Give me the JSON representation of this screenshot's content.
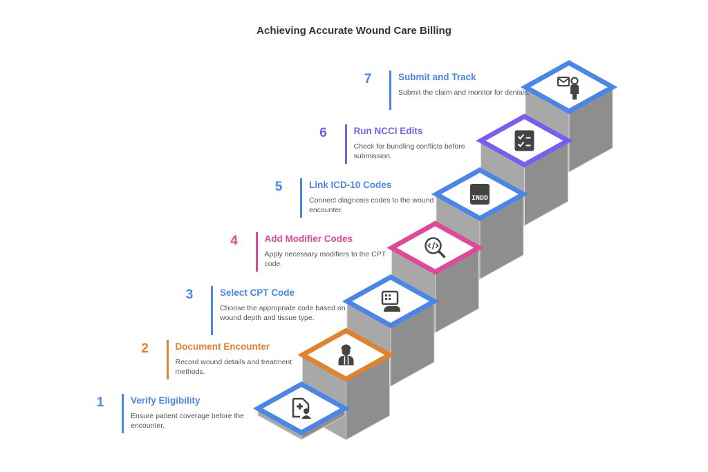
{
  "title": "Achieving Accurate Wound Care Billing",
  "steps": [
    {
      "number": "1",
      "title": "Verify Eligibility",
      "description": "Ensure patient coverage before the encounter.",
      "color": "#4a86e8",
      "icon": "patient-file-icon"
    },
    {
      "number": "2",
      "title": "Document Encounter",
      "description": "Record wound details and treatment methods.",
      "color": "#e0822e",
      "icon": "injured-person-icon"
    },
    {
      "number": "3",
      "title": "Select CPT Code",
      "description": "Choose the appropriate code based on wound depth and tissue type.",
      "color": "#4a86e8",
      "icon": "code-terminal-icon"
    },
    {
      "number": "4",
      "title": "Add Modifier Codes",
      "description": "Apply necessary modifiers to the CPT code.",
      "color": "#e0489a",
      "icon": "code-search-icon"
    },
    {
      "number": "5",
      "title": "Link ICD-10 Codes",
      "description": "Connect diagnosis codes to the wound encounter.",
      "color": "#4a86e8",
      "icon": "indd-file-icon",
      "icon_text": "INDD"
    },
    {
      "number": "6",
      "title": "Run NCCI Edits",
      "description": "Check for bundling conflicts before submission.",
      "color": "#7b5cf0",
      "icon": "checklist-icon"
    },
    {
      "number": "7",
      "title": "Submit and Track",
      "description": "Submit the claim and monitor for denials.",
      "color": "#4a86e8",
      "icon": "mail-person-icon"
    }
  ]
}
